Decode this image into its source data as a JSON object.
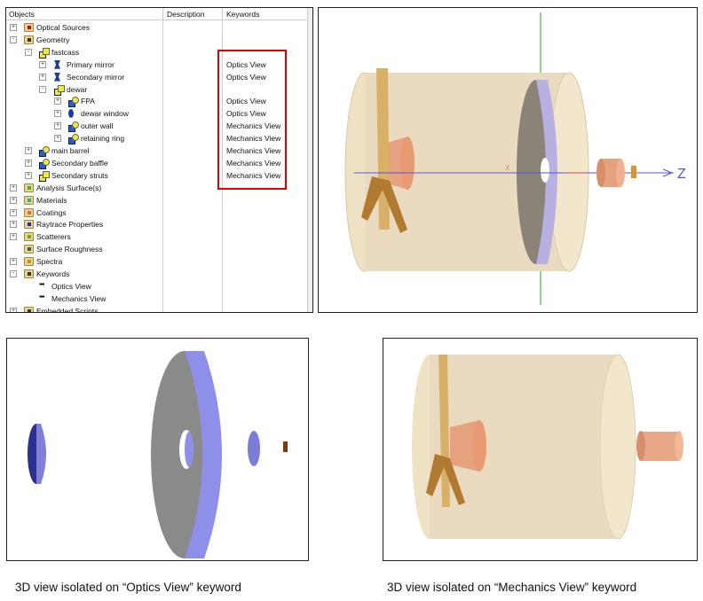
{
  "tree": {
    "columns": {
      "objects": "Objects",
      "description": "Description",
      "keywords": "Keywords"
    },
    "rows": [
      {
        "label": "Optical Sources",
        "keyword": ""
      },
      {
        "label": "Geometry",
        "keyword": ""
      },
      {
        "label": "fastcass",
        "keyword": ""
      },
      {
        "label": "Primary mirror",
        "keyword": "Optics View"
      },
      {
        "label": "Secondary mirror",
        "keyword": "Optics View"
      },
      {
        "label": "dewar",
        "keyword": ""
      },
      {
        "label": "FPA",
        "keyword": "Optics View"
      },
      {
        "label": "dewar window",
        "keyword": "Optics View"
      },
      {
        "label": "outer wall",
        "keyword": "Mechanics View"
      },
      {
        "label": "retaining ring",
        "keyword": "Mechanics View"
      },
      {
        "label": "main barrel",
        "keyword": "Mechanics View"
      },
      {
        "label": "Secondary baffle",
        "keyword": "Mechanics View"
      },
      {
        "label": "Secondary struts",
        "keyword": "Mechanics View"
      },
      {
        "label": "Analysis Surface(s)",
        "keyword": ""
      },
      {
        "label": "Materials",
        "keyword": ""
      },
      {
        "label": "Coatings",
        "keyword": ""
      },
      {
        "label": "Raytrace Properties",
        "keyword": ""
      },
      {
        "label": "Scatterers",
        "keyword": ""
      },
      {
        "label": "Surface Roughness",
        "keyword": ""
      },
      {
        "label": "Spectra",
        "keyword": ""
      },
      {
        "label": "Keywords",
        "keyword": ""
      },
      {
        "label": "Optics View",
        "keyword": ""
      },
      {
        "label": "Mechanics View",
        "keyword": ""
      },
      {
        "label": "Embedded Scripts",
        "keyword": ""
      }
    ]
  },
  "view3d": {
    "axis_x_label": "X",
    "axis_z_label": "Z"
  },
  "captions": {
    "optics": "3D view isolated on “Optics View” keyword",
    "mechanics": "3D view isolated on “Mechanics View” keyword"
  }
}
